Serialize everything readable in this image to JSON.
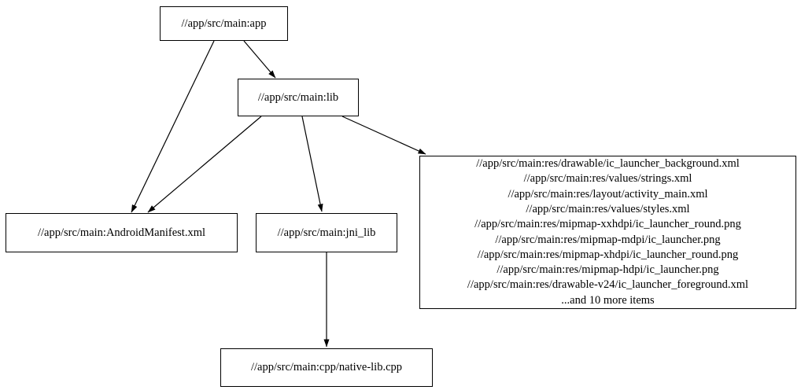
{
  "graph": {
    "type": "directed-dependency-graph",
    "colors": {
      "background": "#ffffff",
      "node_fill": "#ffffff",
      "node_border": "#000000",
      "edge": "#000000",
      "text": "#000000"
    },
    "nodes": {
      "app": {
        "label": "//app/src/main:app"
      },
      "lib": {
        "label": "//app/src/main:lib"
      },
      "manifest": {
        "label": "//app/src/main:AndroidManifest.xml"
      },
      "jni_lib": {
        "label": "//app/src/main:jni_lib"
      },
      "res_files": {
        "lines": [
          "//app/src/main:res/drawable/ic_launcher_background.xml",
          "//app/src/main:res/values/strings.xml",
          "//app/src/main:res/layout/activity_main.xml",
          "//app/src/main:res/values/styles.xml",
          "//app/src/main:res/mipmap-xxhdpi/ic_launcher_round.png",
          "//app/src/main:res/mipmap-mdpi/ic_launcher.png",
          "//app/src/main:res/mipmap-xhdpi/ic_launcher_round.png",
          "//app/src/main:res/mipmap-hdpi/ic_launcher.png",
          "//app/src/main:res/drawable-v24/ic_launcher_foreground.xml",
          "...and 10 more items"
        ]
      },
      "cpp": {
        "label": "//app/src/main:cpp/native-lib.cpp"
      }
    },
    "edges": [
      {
        "from": "app",
        "to": "lib"
      },
      {
        "from": "app",
        "to": "manifest"
      },
      {
        "from": "lib",
        "to": "manifest"
      },
      {
        "from": "lib",
        "to": "jni_lib"
      },
      {
        "from": "lib",
        "to": "res_files"
      },
      {
        "from": "jni_lib",
        "to": "cpp"
      }
    ]
  }
}
